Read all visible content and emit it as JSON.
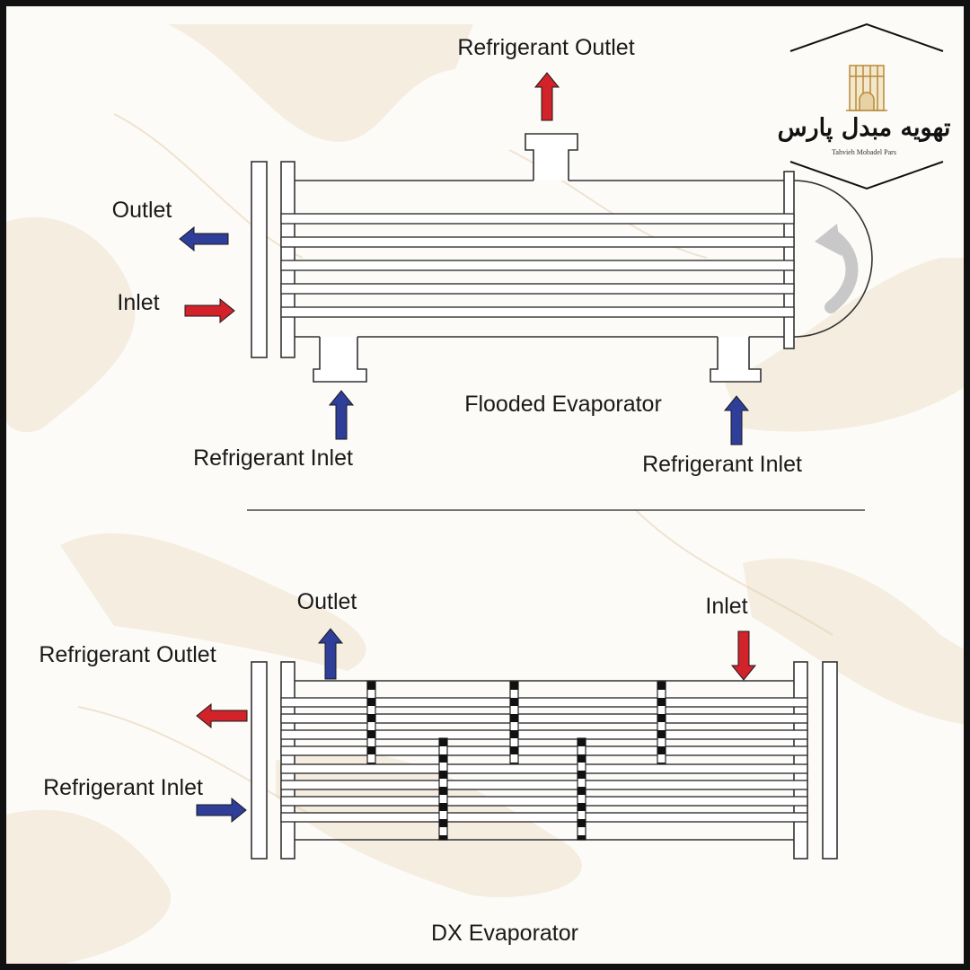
{
  "colors": {
    "frame": "#111111",
    "line": "#333333",
    "arrow_red": "#d2232a",
    "arrow_blue": "#2e3e99",
    "return_arrow": "#c8c8c8",
    "background_marble": "#ecdcc3"
  },
  "logo": {
    "name_fa": "تهویه مبدل پارس",
    "name_en": "Tahvieh Mobadel Pars",
    "icon": "building-icon"
  },
  "flooded": {
    "title": "Flooded Evaporator",
    "refrigerant_outlet": "Refrigerant Outlet",
    "outlet": "Outlet",
    "inlet": "Inlet",
    "refrigerant_inlet_left": "Refrigerant Inlet",
    "refrigerant_inlet_right": "Refrigerant Inlet",
    "return_arrow_icon": "curved-arrow-icon"
  },
  "dx": {
    "title": "DX Evaporator",
    "outlet": "Outlet",
    "inlet": "Inlet",
    "refrigerant_outlet": "Refrigerant Outlet",
    "refrigerant_inlet": "Refrigerant Inlet"
  }
}
